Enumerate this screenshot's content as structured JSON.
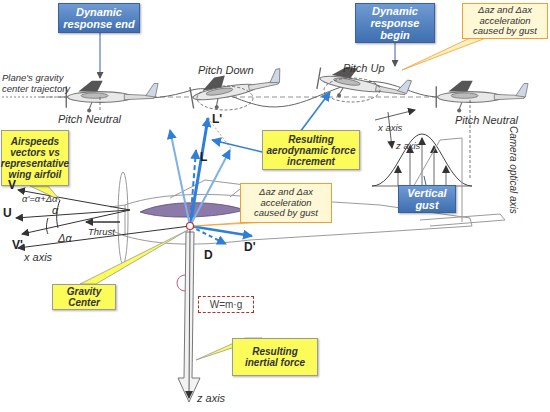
{
  "diagram": {
    "nodes": [
      {
        "text": [
          "Dynamic response end"
        ]
      },
      {
        "text": [
          "Dynamic response begin"
        ]
      },
      {
        "text": [
          "Δaz and Δax acceleration caused by gust"
        ]
      },
      {
        "text": [
          "Vertical gust"
        ]
      },
      {
        "text": [
          "Resulting aerodynamic force increment"
        ]
      },
      {
        "text": [
          "Airspeeds vectors vs representative wing airfoil"
        ]
      },
      {
        "text": [
          "Δaz and Δax acceleration caused by gust"
        ]
      },
      {
        "text": [
          "Gravity Center"
        ]
      },
      {
        "text": [
          "W=m·g"
        ]
      },
      {
        "text": [
          "Resulting inertial force"
        ]
      }
    ],
    "labels": [
      "Pitch Down",
      "Pitch Up",
      "Pitch Neutral",
      "Pitch Neutral",
      "Plane's gravity center trajectory",
      "x axis",
      "z axis",
      "Camera optical axis",
      "L'",
      "L",
      "V",
      "α'=α+Δα",
      "α",
      "U",
      "Δα",
      "V'",
      "Thrust",
      "D",
      "D'",
      "x axis",
      "z axis"
    ]
  }
}
